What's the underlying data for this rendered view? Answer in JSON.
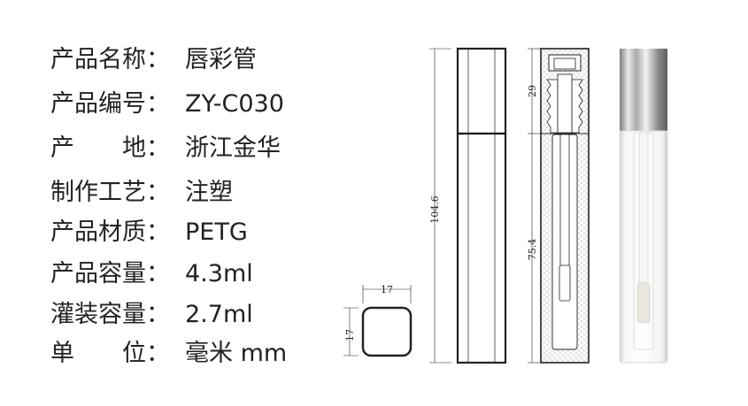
{
  "specs": [
    {
      "label": "产品名称：",
      "value": "唇彩管"
    },
    {
      "label": "产品编号：",
      "value": "ZY-C030"
    },
    {
      "label": "产　　地：",
      "value": "浙江金华"
    },
    {
      "label": "制作工艺：",
      "value": "注塑"
    },
    {
      "label": "产品材质：",
      "value": "PETG"
    },
    {
      "label": "产品容量：",
      "value": "4.3ml"
    },
    {
      "label": "灌装容量：",
      "value": "2.7ml"
    },
    {
      "label": "单　　位：",
      "value": "毫米 mm"
    }
  ],
  "dimensions": {
    "total_height": "104.6",
    "cap_height": "29",
    "body_height": "75.4",
    "base_width": "17",
    "base_depth": "17"
  }
}
